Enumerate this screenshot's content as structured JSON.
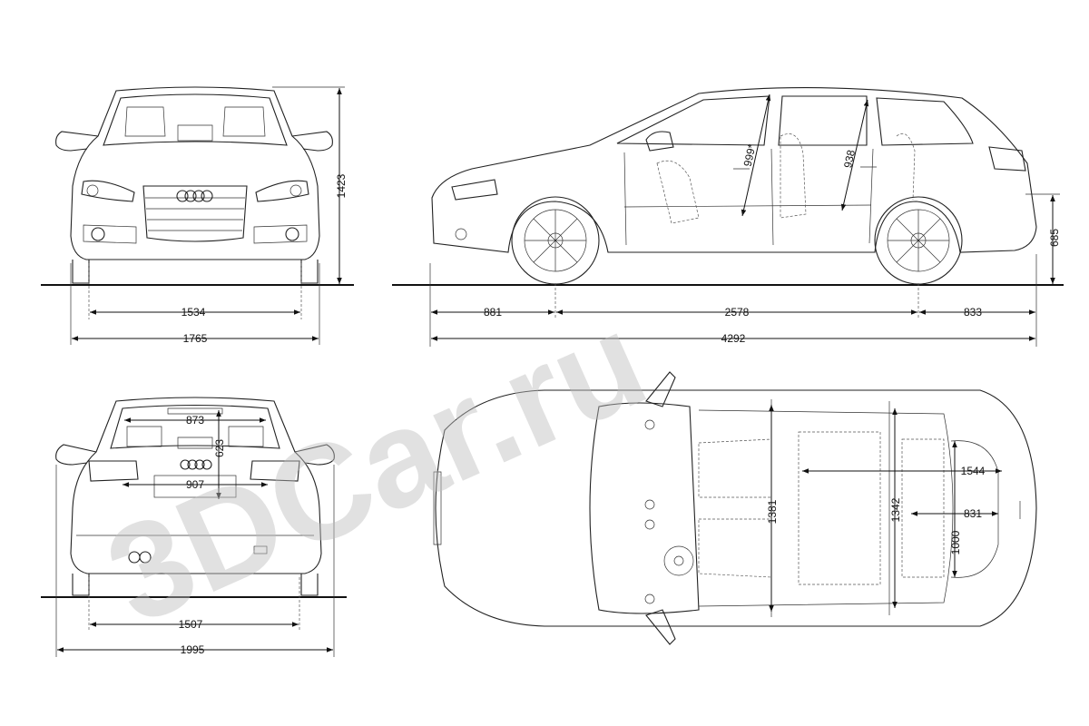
{
  "watermark": "3DCar.ru",
  "front_view": {
    "height": "1423",
    "track": "1534",
    "width": "1765"
  },
  "side_view": {
    "front_overhang": "881",
    "wheelbase": "2578",
    "rear_overhang": "833",
    "length": "4292",
    "front_headroom": "999*",
    "rear_headroom": "938",
    "load_sill": "685"
  },
  "rear_view": {
    "inner_width_top": "873",
    "opening_height": "623",
    "opening_width": "907",
    "track": "1507",
    "width_mirrors": "1995"
  },
  "top_view": {
    "boot_width": "1544",
    "front_elbow": "1381",
    "rear_elbow": "1342",
    "boot_length": "831",
    "boot_width_min": "1000"
  },
  "colors": {
    "line": "#222222",
    "watermark": "#bdbdbd"
  }
}
